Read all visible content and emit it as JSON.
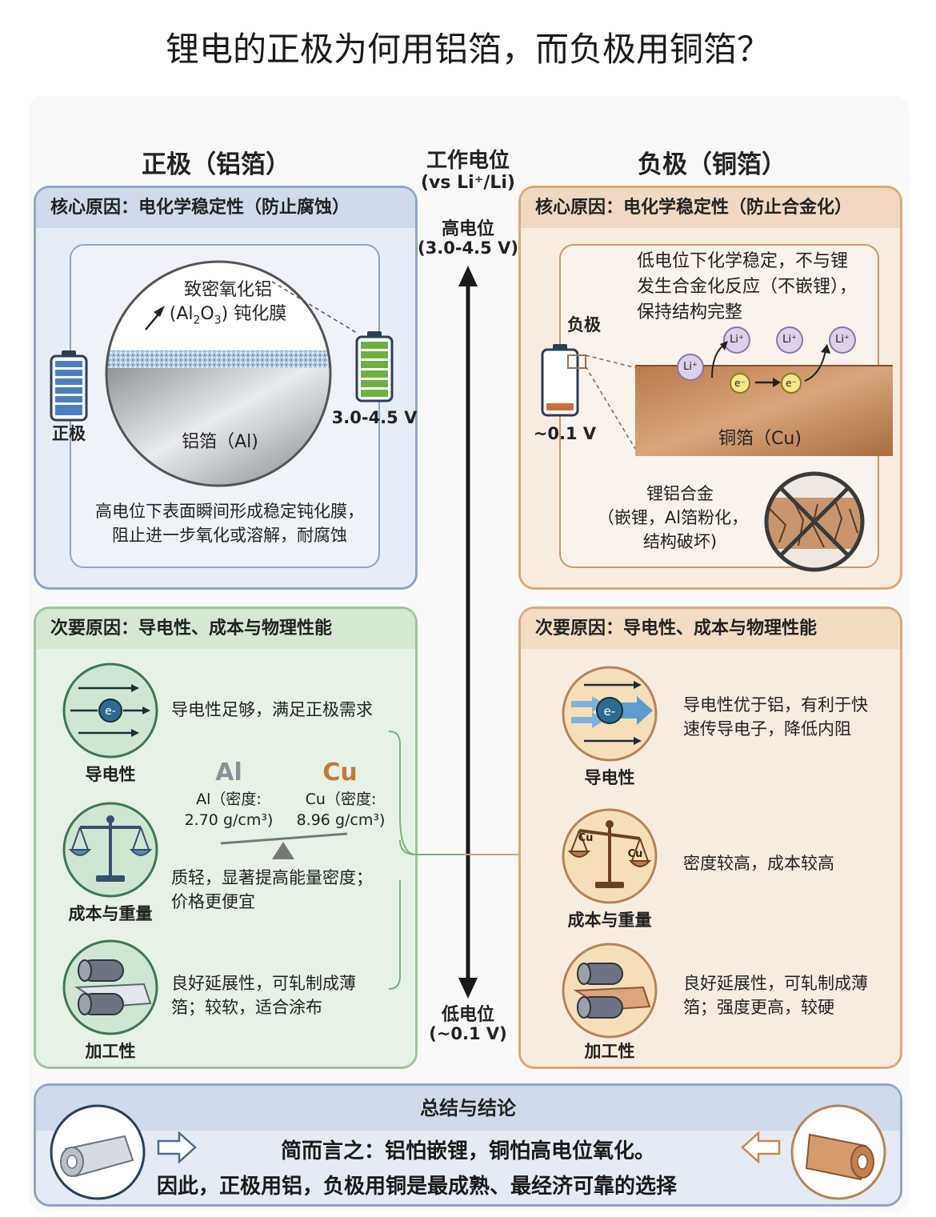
{
  "page_title": "锂电的正极为何用铝箔，而负极用铜箔？",
  "axis": {
    "title": "工作电位",
    "subtitle": "(vs Li⁺/Li)",
    "high_label": "高电位",
    "high_range": "(3.0-4.5 V)",
    "low_label": "低电位",
    "low_range": "(~0.1 V)"
  },
  "cathode": {
    "title": "正极（铝箔）",
    "core_header": "核心原因：电化学稳定性（防止腐蚀）",
    "film_label_1": "致密氧化铝",
    "film_label_2a": "(Al",
    "film_label_2b": "2",
    "film_label_2c": "O",
    "film_label_2d": "3",
    "film_label_2e": ") 钝化膜",
    "foil_label": "铝箔（Al)",
    "battery_label": "正极",
    "voltage": "3.0-4.5 V",
    "core_desc_1": "高电位下表面瞬间形成稳定钝化膜，",
    "core_desc_2": "阻止进一步氧化或溶解，耐腐蚀",
    "secondary_header": "次要原因：导电性、成本与物理性能",
    "conductivity_label": "导电性",
    "conductivity_desc": "导电性足够，满足正极需求",
    "cost_label": "成本与重量",
    "cost_desc_1": "质轻，显著提高能量密度；",
    "cost_desc_2": "价格更便宜",
    "process_label": "加工性",
    "process_desc_1": "良好延展性，可轧制成薄",
    "process_desc_2": "箔；较软，适合涂布",
    "compare": {
      "al_symbol": "Al",
      "cu_symbol": "Cu",
      "al_density_1": "Al（密度:",
      "al_density_2": "2.70 g/cm³)",
      "cu_density_1": "Cu（密度:",
      "cu_density_2": "8.96 g/cm³)"
    }
  },
  "anode": {
    "title": "负极（铜箔）",
    "core_header": "核心原因：电化学稳定性（防止合金化）",
    "desc_1": "低电位下化学稳定，不与锂",
    "desc_2": "发生合金化反应（不嵌锂），",
    "desc_3": "保持结构完整",
    "battery_label": "负极",
    "voltage": "~0.1 V",
    "li_ion": "Li⁺",
    "electron": "e⁻",
    "foil_label": "铜箔（Cu)",
    "alloy_1": "锂铝合金",
    "alloy_2": "（嵌锂，Al箔粉化，",
    "alloy_3": "结构破坏)",
    "secondary_header": "次要原因：导电性、成本与物理性能",
    "conductivity_label": "导电性",
    "conductivity_desc_1": "导电性优于铝，有利于快",
    "conductivity_desc_2": "速传导电子，降低内阻",
    "cost_label": "成本与重量",
    "cost_desc": "密度较高，成本较高",
    "process_label": "加工性",
    "process_desc_1": "良好延展性，可轧制成薄",
    "process_desc_2": "箔；强度更高，较硬",
    "scale_cu": "Cu"
  },
  "summary": {
    "header": "总结与结论",
    "line_1": "简而言之：铝怕嵌锂，铜怕高电位氧化。",
    "line_2": "因此，正极用铝，负极用铜是最成熟、最经济可靠的选择"
  },
  "colors": {
    "blue_panel": "#e6edf6",
    "blue_border": "#8ea6c6",
    "orange_panel": "#f8ece0",
    "orange_border": "#d9a97c",
    "green_panel": "#e7f2e6",
    "green_border": "#9cc59a",
    "summary_panel": "#e4ebf5"
  }
}
